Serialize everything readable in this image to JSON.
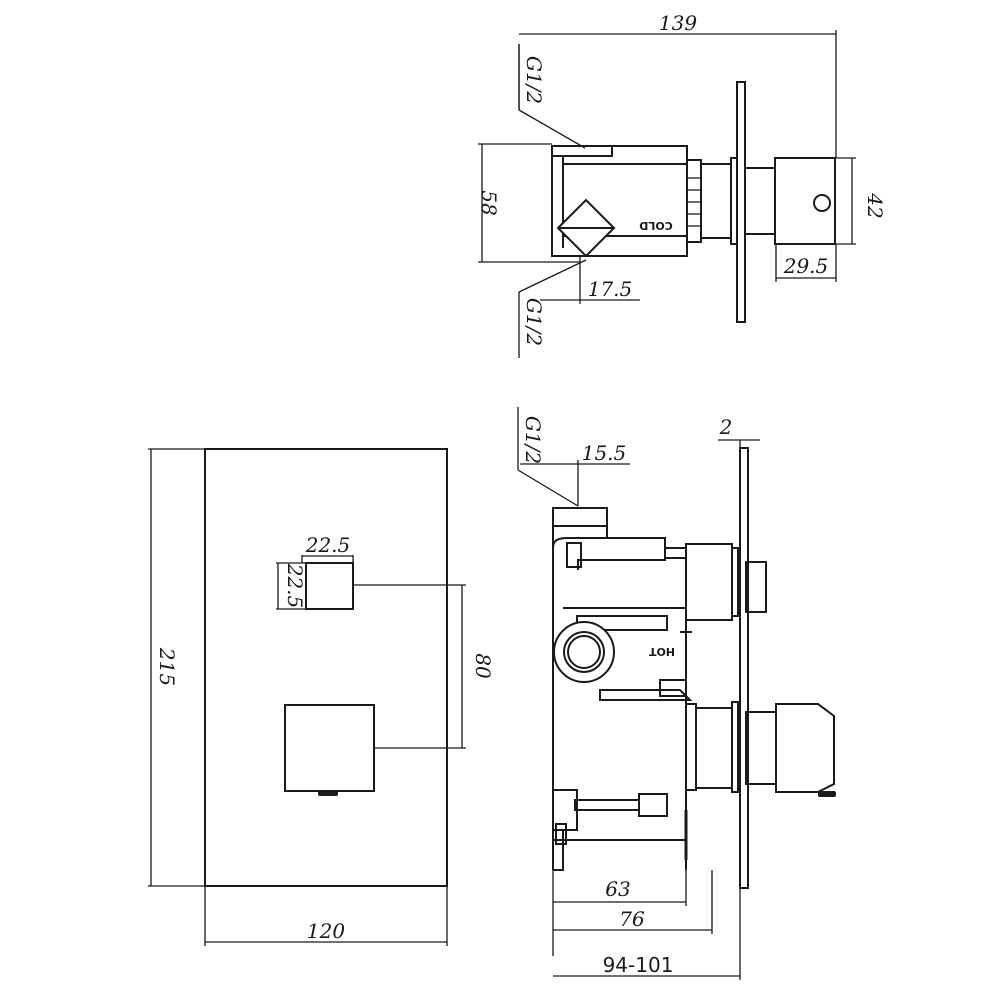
{
  "side_view_top": {
    "overall_depth": "139",
    "inlet_top": "G1/2",
    "inlet_bottom": "G1/2",
    "body_height": "58",
    "handle_height": "42",
    "handle_depth": "29.5",
    "outlet_offset": "17.5",
    "cold_mark": "COLD"
  },
  "front_view": {
    "plate_height": "215",
    "plate_width": "120",
    "knob_width": "22.5",
    "knob_height": "22.5",
    "knob_spacing": "80"
  },
  "side_view_bottom": {
    "inlet": "G1/2",
    "inlet_offset": "15.5",
    "plate_thickness": "2",
    "body_depth_inner": "63",
    "body_depth_outer": "76",
    "installation_range": "94-101",
    "hot_mark": "HOT"
  }
}
